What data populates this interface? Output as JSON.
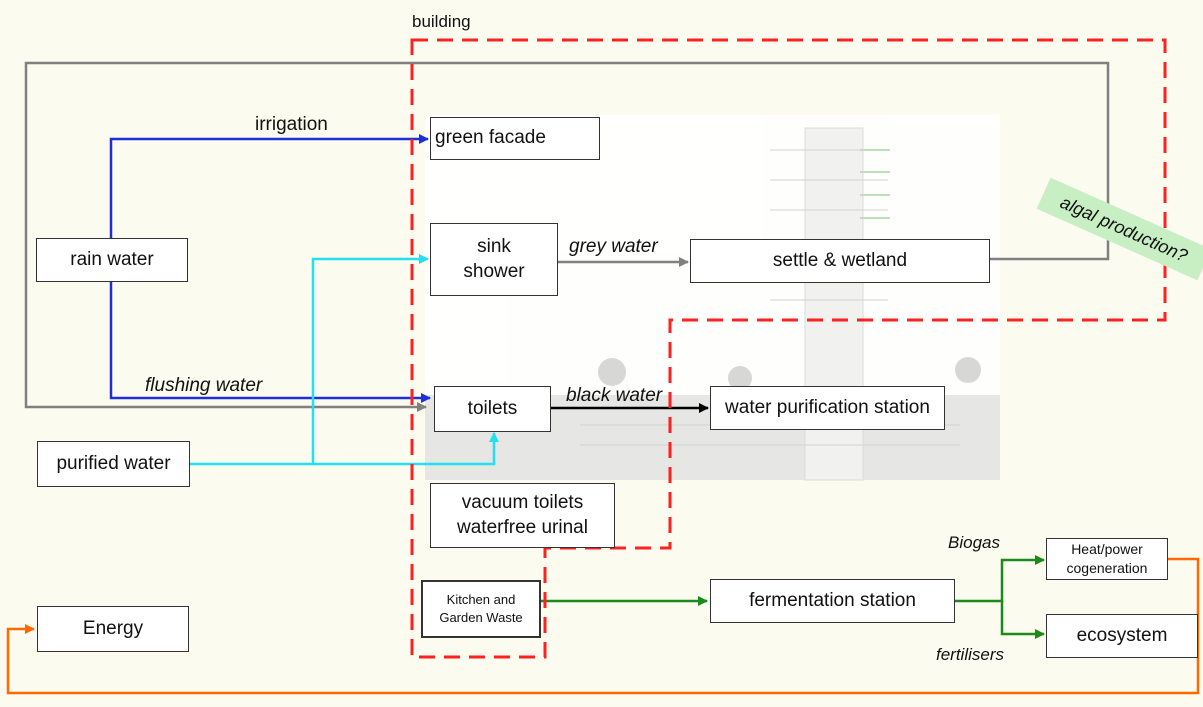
{
  "region_label": "building",
  "nodes": {
    "rain_water": "rain water",
    "purified_water": "purified water",
    "energy": "Energy",
    "green_facade": "green facade",
    "sink_shower": "sink\nshower",
    "settle_wetland": "settle & wetland",
    "toilets": "toilets",
    "water_purification": "water purification station",
    "vacuum_toilets": "vacuum toilets\nwaterfree urinal",
    "kitchen_waste": "Kitchen and\nGarden Waste",
    "fermentation": "fermentation station",
    "heat_power": "Heat/power\ncogeneration",
    "ecosystem": "ecosystem"
  },
  "edge_labels": {
    "irrigation": "irrigation",
    "grey_water": "grey water",
    "flushing_water": "flushing water",
    "black_water": "black water",
    "biogas": "Biogas",
    "fertilisers": "fertilisers"
  },
  "annotation": "algal production?",
  "colors": {
    "rain": "#1f2fd6",
    "purified": "#22e0f0",
    "grey": "#808080",
    "black": "#000000",
    "waste": "#1a8a1a",
    "energy": "#ff6a00",
    "boundary": "#ff2020",
    "highlight": "#c8efc4"
  }
}
